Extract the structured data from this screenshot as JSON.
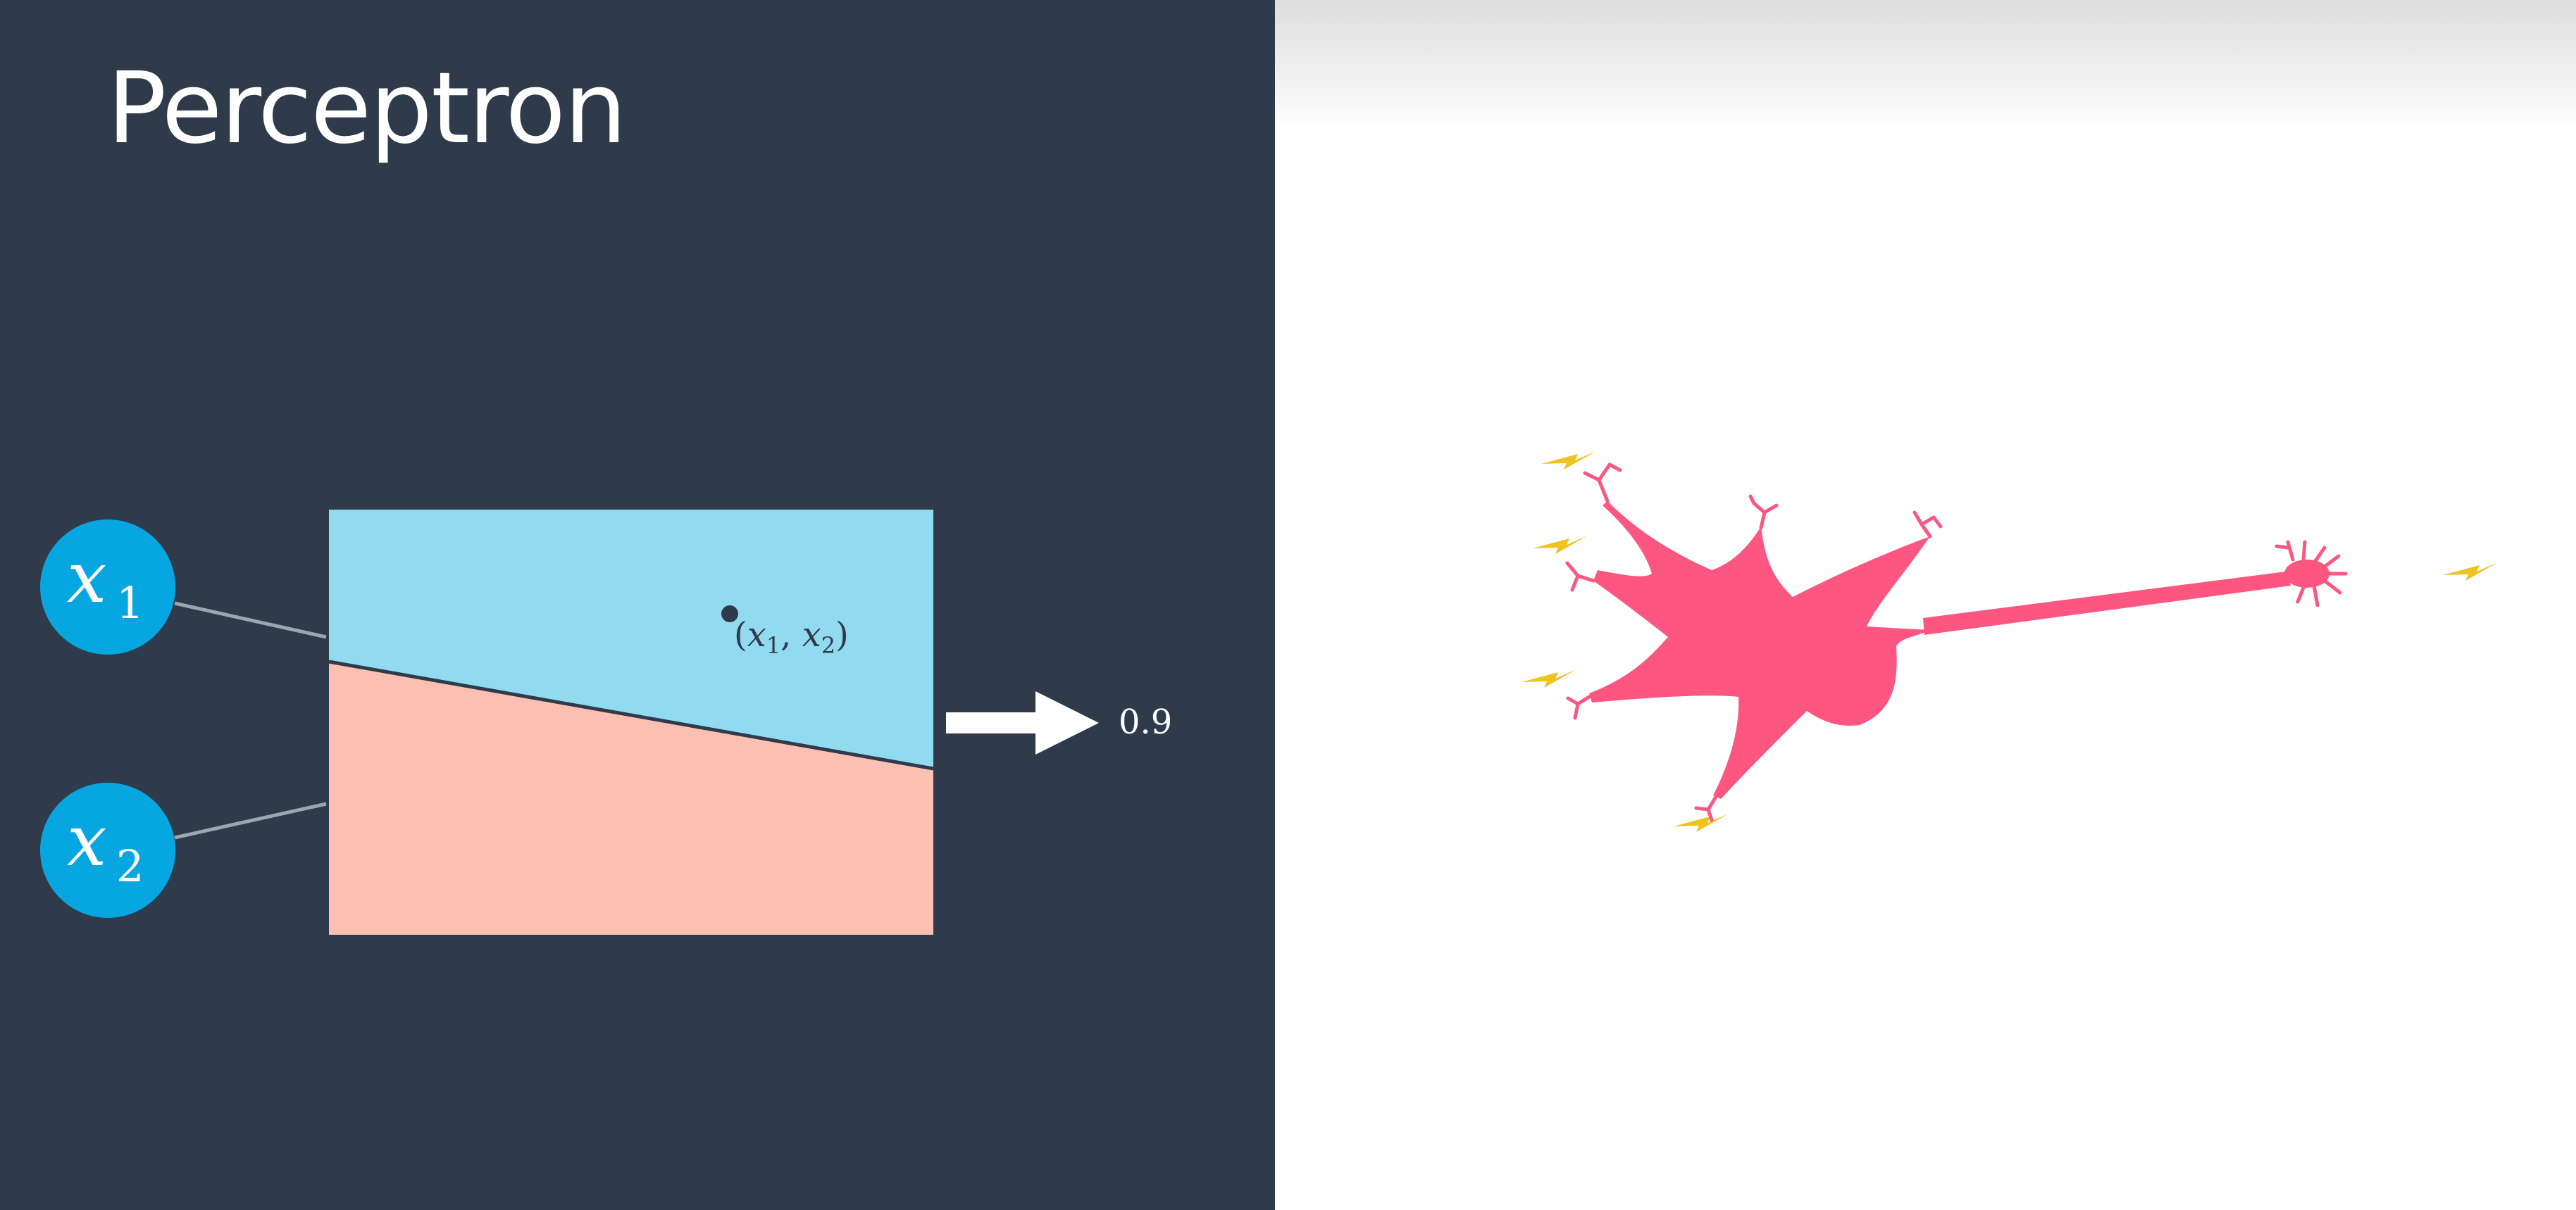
{
  "slide": {
    "title": "Perceptron"
  },
  "diagram": {
    "inputs": [
      {
        "main": "x",
        "sub": "1"
      },
      {
        "main": "x",
        "sub": "2"
      }
    ],
    "point_label": {
      "open": "(",
      "v1": "x",
      "s1": "1",
      "sep": ", ",
      "v2": "x",
      "s2": "2",
      "close": ")"
    },
    "output_value": "0.9"
  },
  "colors": {
    "left_background": "#2f3b4a",
    "right_background": "#ffffff",
    "input_node": "#06a7e0",
    "region_above": "#92daf0",
    "region_below": "#fcbfb2",
    "neuron": "#fc5681",
    "lightning": "#eec21f",
    "arrow": "#ffffff"
  },
  "icons": {
    "neuron": "neuron-icon",
    "lightning": "lightning-bolt-icon",
    "arrow": "arrow-right-icon"
  }
}
